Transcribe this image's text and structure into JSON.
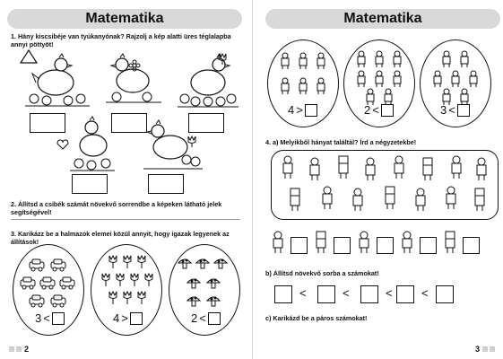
{
  "left": {
    "title": "Matematika",
    "q1": "1. Hány kiscsibéje van tyúkanyónak? Rajzolj a kép alatti üres téglalapba annyi pöttyöt!",
    "q2": "2. Állítsd a csibék számát növekvő sorrendbe a képeken látható jelek segítségével!",
    "q3": "3. Karikázz be a halmazok elemei közül annyit, hogy igazak legyenek az állítások!",
    "sets": [
      {
        "num": "3",
        "op": "<",
        "item": "car-icon"
      },
      {
        "num": "4",
        "op": ">",
        "item": "tulip-icon"
      },
      {
        "num": "2",
        "op": "<",
        "item": "mushroom-icon"
      }
    ],
    "page_number": "2"
  },
  "right": {
    "title": "Matematika",
    "top_sets": [
      {
        "num": "4",
        "op": ">"
      },
      {
        "num": "2",
        "op": "<"
      },
      {
        "num": "3",
        "op": "<"
      }
    ],
    "q4a": "4. a) Melyikből hányat találtál? Írd a négyzetekbe!",
    "q4b": "b) Állítsd növekvő sorba a számokat!",
    "q4c": "c) Karikázd be a páros számokat!",
    "order_signs": [
      "<",
      "<",
      "<",
      "<"
    ],
    "page_number": "3"
  }
}
